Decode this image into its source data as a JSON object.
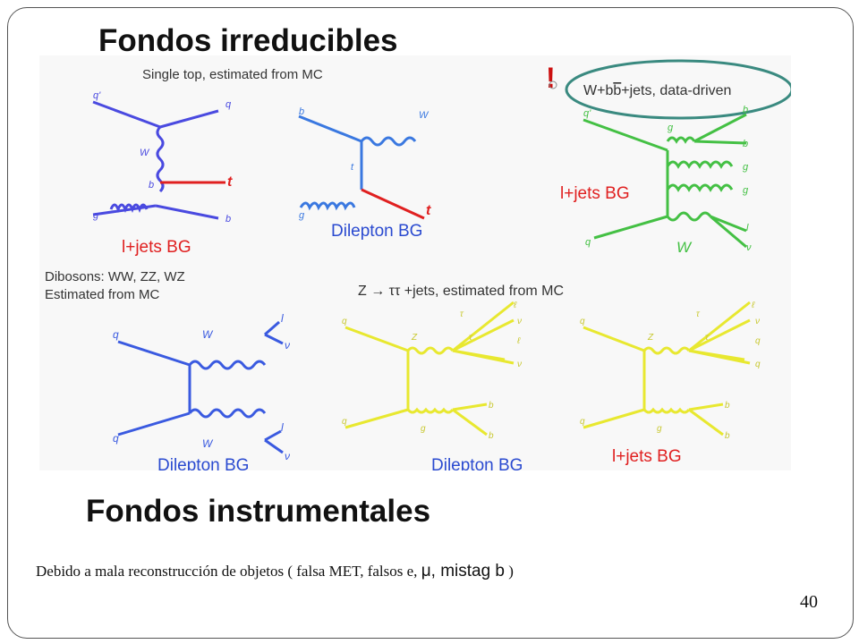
{
  "slide": {
    "title_irreducible": "Fondos irreducibles",
    "title_instrumental": "Fondos instrumentales",
    "footnote_part1": "Debido a mala reconstrucción de objetos ( falsa MET,  falsos e, ",
    "footnote_part2": "μ, mistag b",
    "footnote_part3": " )",
    "page_number": "40"
  },
  "figure": {
    "single_top_caption": "Single top, estimated from MC",
    "wbb_caption": "W+bb+jets, data-driven",
    "wbb_caption_prefix": "W+b",
    "wbb_caption_bbar": "b",
    "wbb_caption_suffix": "+jets, data-driven",
    "diboson_caption_line1": "Dibosons: WW, ZZ, WZ",
    "diboson_caption_line2": "Estimated from MC",
    "ztautau_caption": "Z → ττ +jets, estimated from MC",
    "labels": {
      "ljets_bg": "l+jets BG",
      "dilepton_bg": "Dilepton BG"
    },
    "colors": {
      "single_top": "#4a4ae0",
      "top_quark": "#e02020",
      "dilepton_top": "#3a78e0",
      "wbb": "#44c044",
      "diboson": "#3a5ae0",
      "ztautau": "#e8e830",
      "caption_text": "#333333",
      "bg_label": "#e02020",
      "dilepton_label": "#2a4ad0",
      "ellipse": "#3a8a80",
      "exclaim": "#cc1010"
    }
  }
}
